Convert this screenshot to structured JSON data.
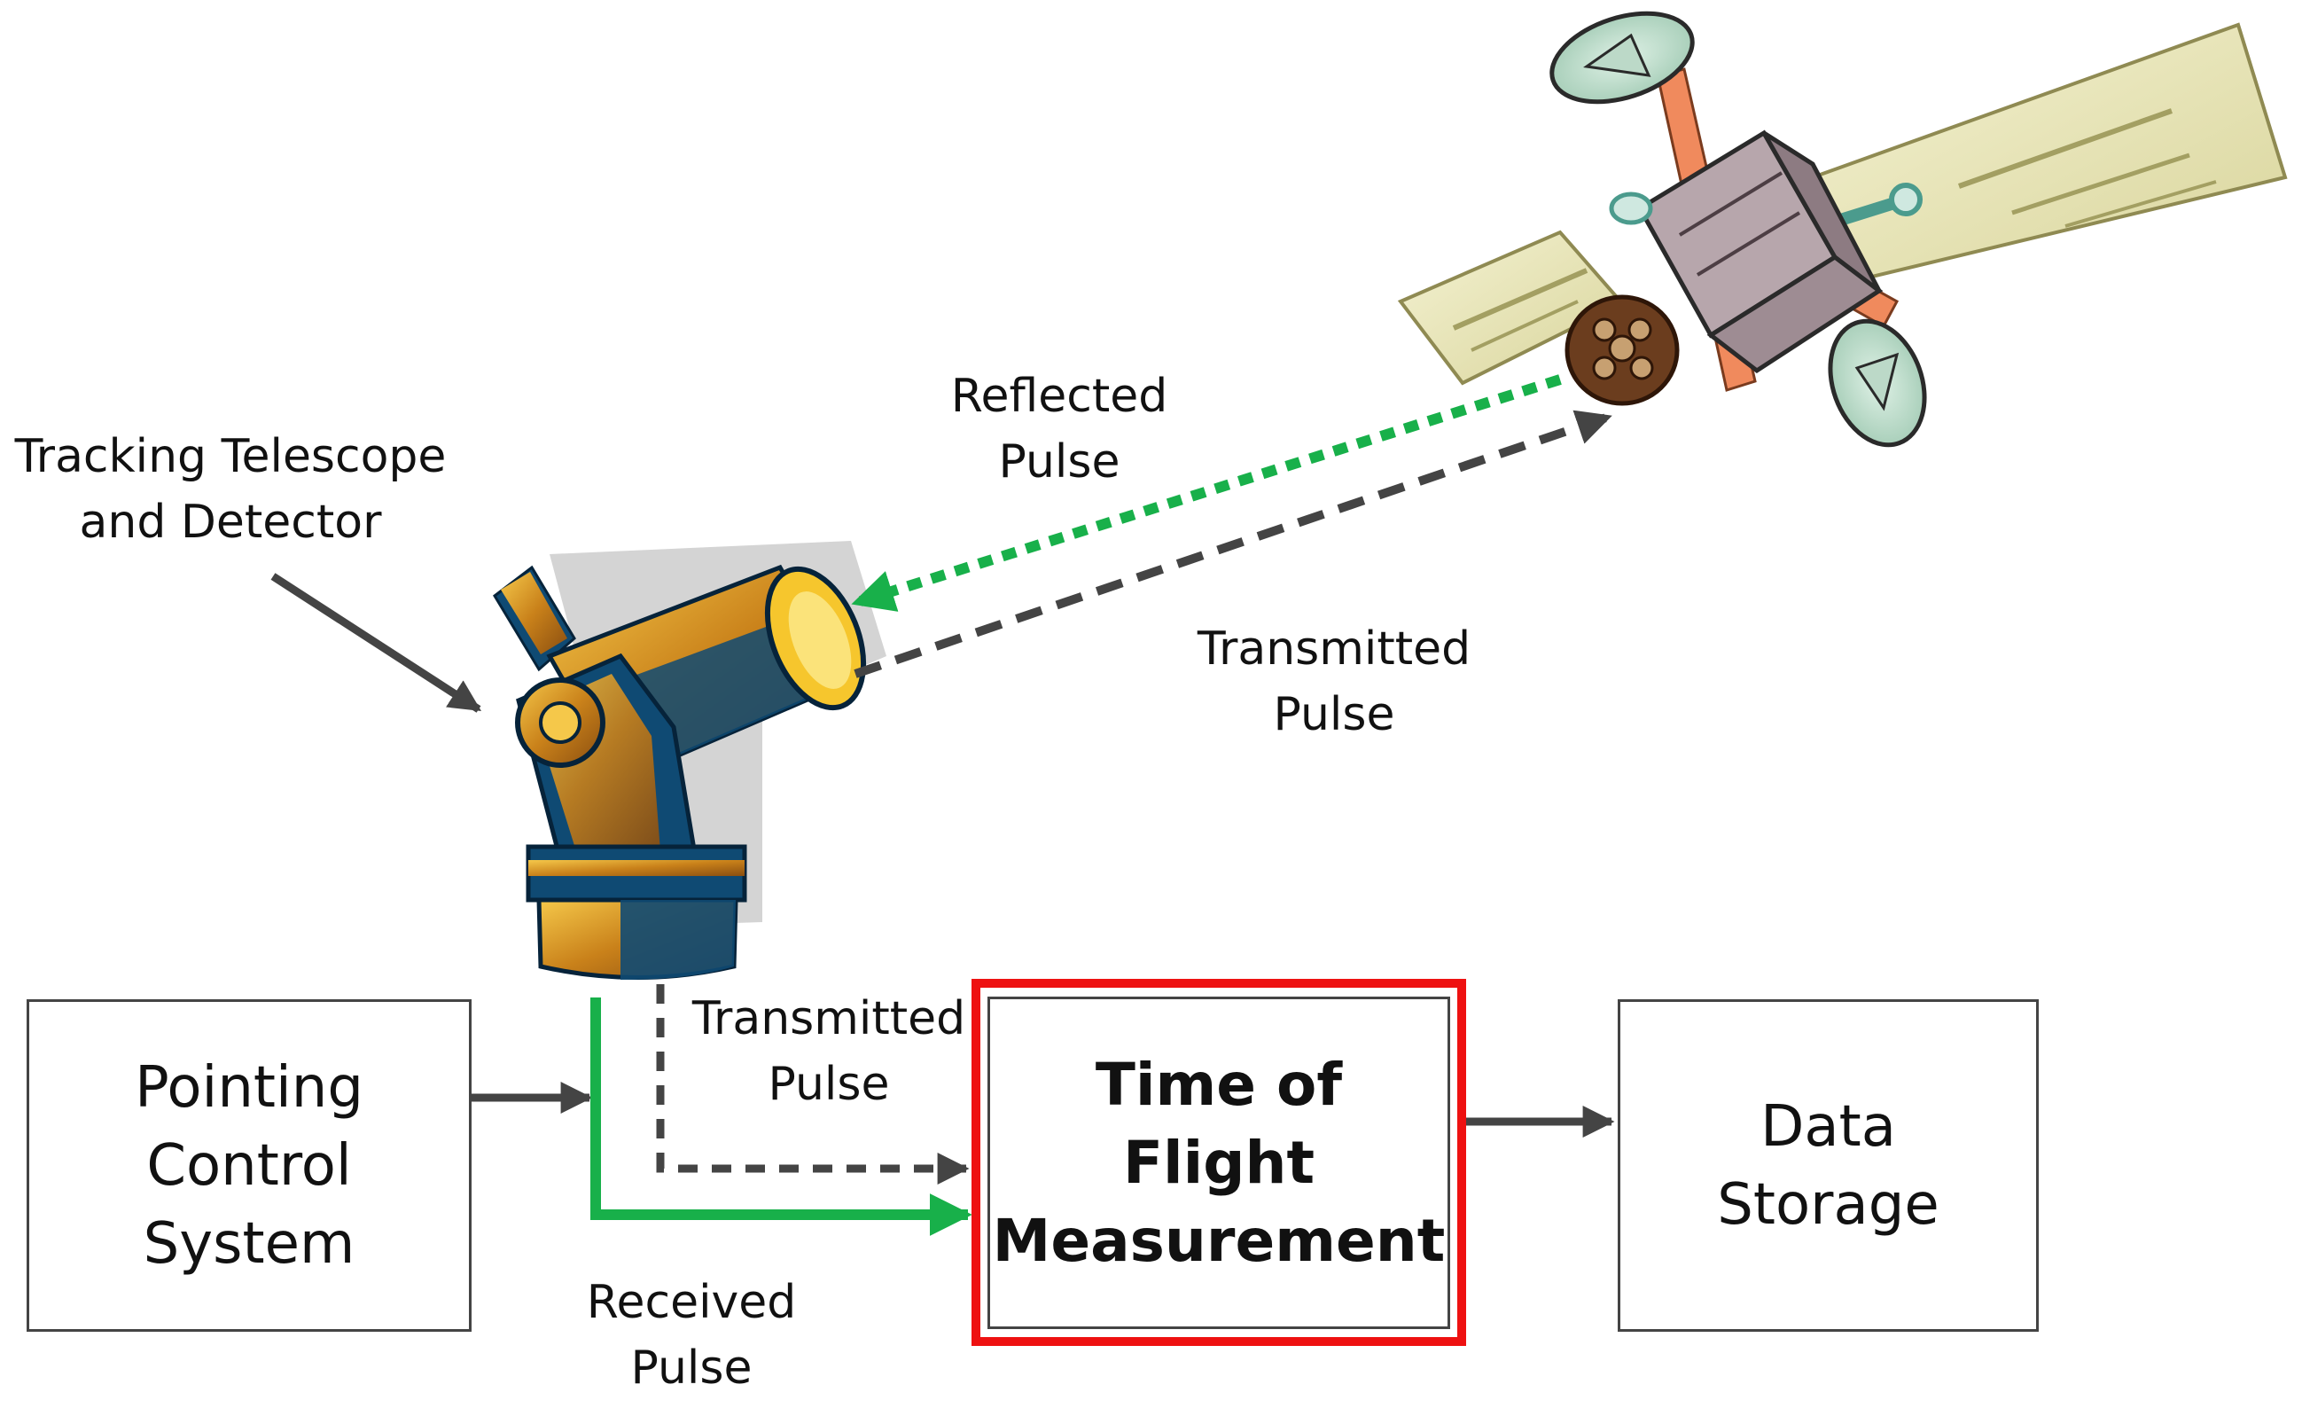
{
  "labels": {
    "telescope_line1": "Tracking Telescope",
    "telescope_line2": "and Detector",
    "reflected_line1": "Reflected",
    "reflected_line2": "Pulse",
    "transmitted_upper_line1": "Transmitted",
    "transmitted_upper_line2": "Pulse",
    "transmitted_lower_line1": "Transmitted",
    "transmitted_lower_line2": "Pulse",
    "received_line1": "Received",
    "received_line2": "Pulse"
  },
  "boxes": {
    "pointing": [
      "Pointing",
      "Control",
      "System"
    ],
    "time_of_flight": [
      "Time of",
      "Flight",
      "Measurement"
    ],
    "data_storage": [
      "Data",
      "Storage"
    ]
  },
  "colors": {
    "green_pulse": "#18b04a",
    "gray_pulse": "#444444",
    "highlight_border": "#ee1111",
    "telescope_gold": "#d79a1c",
    "telescope_navy": "#0f4a73",
    "satellite_panel": "#ece9bf",
    "satellite_strut": "#f08a5d"
  },
  "icons": {
    "telescope": "telescope-icon",
    "satellite": "satellite-icon"
  }
}
